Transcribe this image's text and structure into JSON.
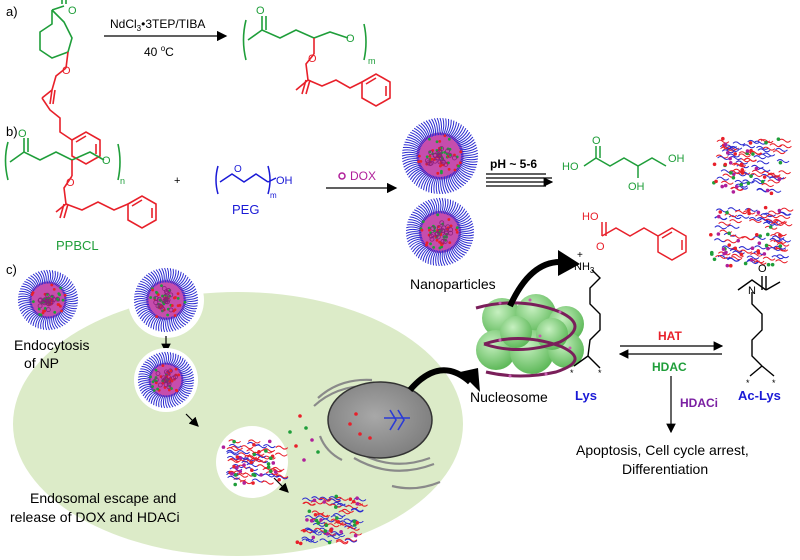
{
  "panels": {
    "a": "a)",
    "b": "b)",
    "c": "c)"
  },
  "reaction_a": {
    "catalyst_main": "NdCl",
    "catalyst_sub": "3",
    "catalyst_rest": "•3TEP/TIBA",
    "temperature": "40 ",
    "temperature_sup": "o",
    "temperature_unit": "C",
    "repeat_unit": "m",
    "ring_o": "O",
    "ester_o": "O",
    "chain_o": "O"
  },
  "panel_b": {
    "polymer_label": "PPBCL",
    "polymer_repeat": "n",
    "plus": "+",
    "peg_label": "PEG",
    "peg_formula_o": "O",
    "peg_formula_m": "m",
    "peg_formula_oh": "OH",
    "dox_label": "DOX",
    "ph_label": "pH ~ 5-6",
    "nanoparticles_label": "Nanoparticles",
    "product1_ho": "HO",
    "product1_o": "O",
    "product1_oh_bottom": "OH",
    "product1_oh_right": "OH",
    "product2_ho": "HO",
    "product2_o": "O"
  },
  "panel_c": {
    "endocytosis_label": "Endocytosis\nof NP",
    "endosomal_label": "Endosomal escape and\nrelease of DOX and HDACi",
    "nucleosome_label": "Nucleosome",
    "nh3": "NH",
    "nh3_sub": "3",
    "lys_label": "Lys",
    "ac_lys_label": "Ac-Lys",
    "ac_o": "O",
    "ac_n": "N",
    "hat_label": "HAT",
    "hdac_label": "HDAC",
    "hdaci_label": "HDACi",
    "outcome_line1": "Apoptosis, Cell cycle arrest,",
    "outcome_line2": "Differentiation"
  },
  "colors": {
    "red": "#e8202a",
    "green": "#1f9e3a",
    "blue": "#1a1ad6",
    "magenta": "#b0209a",
    "purple": "#7a1fa2",
    "cell": "#dcebc8",
    "nucleus": "#9a9a9a"
  }
}
